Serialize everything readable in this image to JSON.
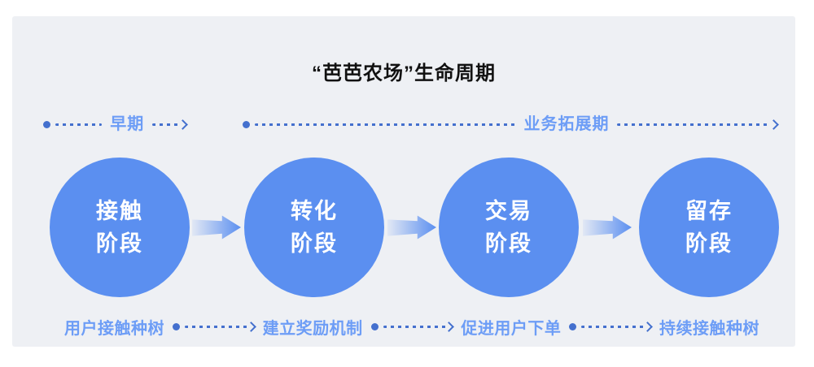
{
  "title": "“芭芭农场”生命周期",
  "phases": [
    {
      "label": "早期"
    },
    {
      "label": "业务拓展期"
    }
  ],
  "stages": [
    {
      "line1": "接触",
      "line2": "阶段"
    },
    {
      "line1": "转化",
      "line2": "阶段"
    },
    {
      "line1": "交易",
      "line2": "阶段"
    },
    {
      "line1": "留存",
      "line2": "阶段"
    }
  ],
  "actions": [
    {
      "label": "用户接触种树"
    },
    {
      "label": "建立奖励机制"
    },
    {
      "label": "促进用户下单"
    },
    {
      "label": "持续接触种树"
    }
  ],
  "colors": {
    "page_bg": "#FFFFFF",
    "panel_bg": "#EEF0F4",
    "title": "#111111",
    "stage_circle": "#5B8FF0",
    "circle_text": "#FFFFFF",
    "phase_label": "#6D9DF6",
    "connector": "#4470CE",
    "arrow_gradient_start": "#E2E8F4"
  }
}
